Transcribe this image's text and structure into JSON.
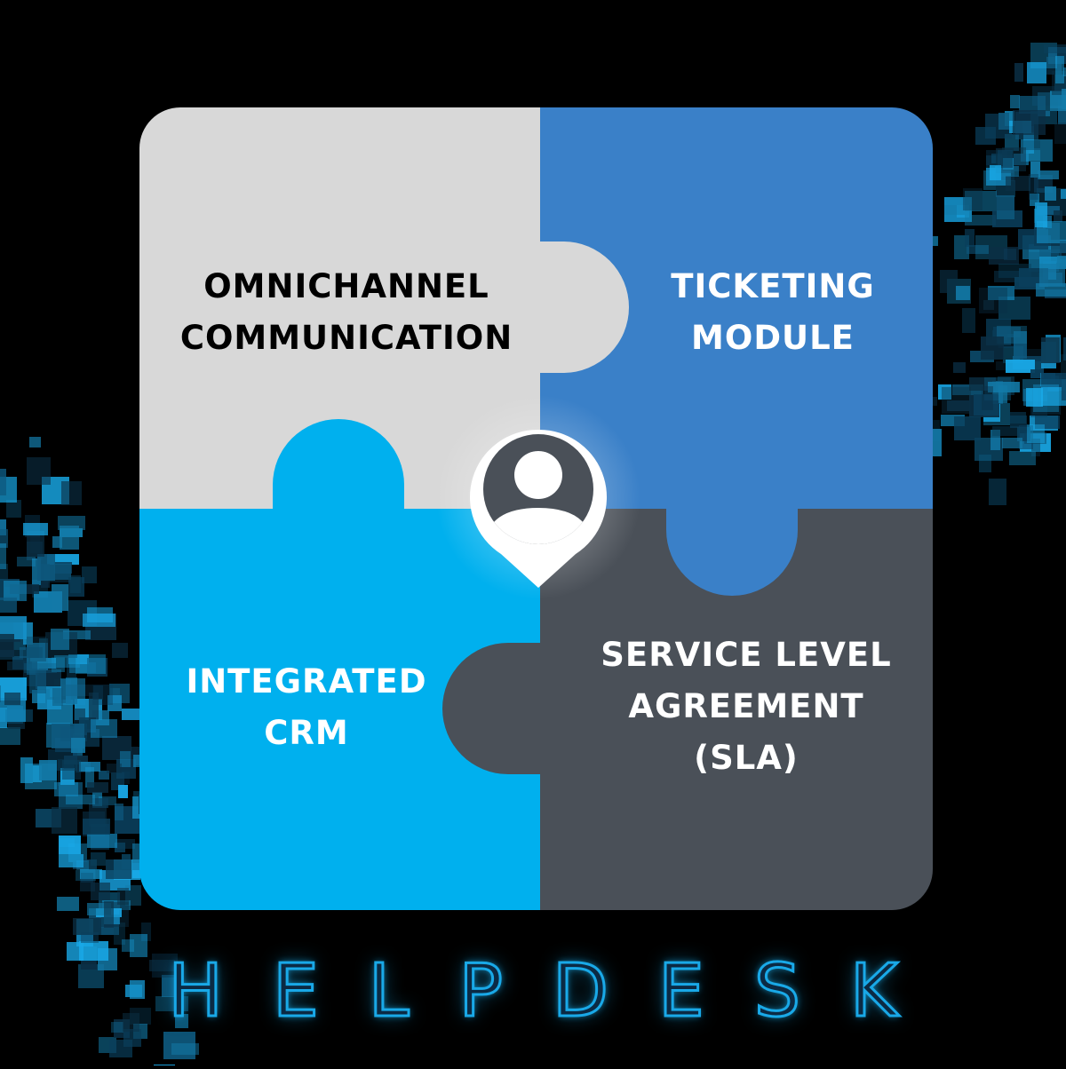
{
  "colors": {
    "background": "#000000",
    "omnichannel_piece": "#d8d8d8",
    "ticketing_piece": "#3a80c8",
    "crm_piece": "#00b0ee",
    "sla_piece": "#4a5058",
    "dark_text": "#000000",
    "light_text": "#ffffff",
    "pixel_accent": "#19a9e8"
  },
  "pieces": {
    "omnichannel": {
      "lines": [
        "OMNICHANNEL",
        "COMMUNICATION"
      ]
    },
    "ticketing": {
      "lines": [
        "TICKETING",
        "MODULE"
      ]
    },
    "crm": {
      "lines": [
        "INTEGRATED",
        "CRM"
      ]
    },
    "sla": {
      "lines": [
        "SERVICE LEVEL",
        "AGREEMENT",
        "(SLA)"
      ]
    }
  },
  "center_icon": "user-location-pin-icon",
  "brand": {
    "title": "HELPDESK"
  }
}
